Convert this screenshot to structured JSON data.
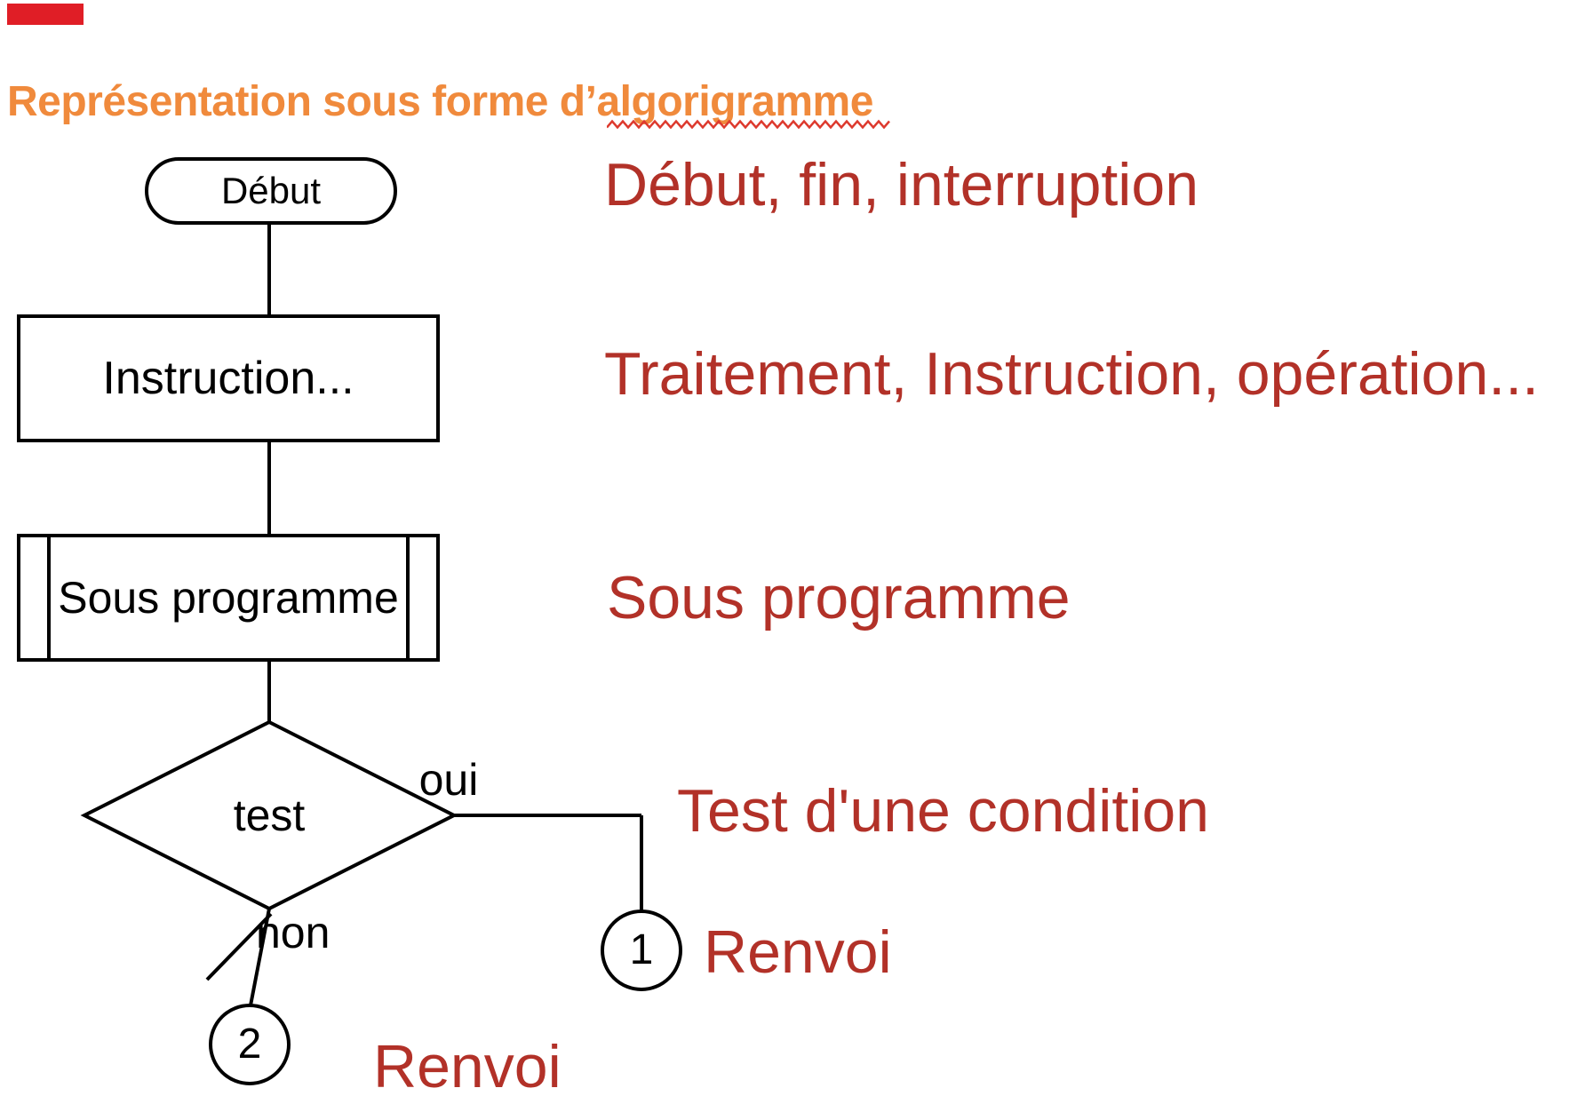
{
  "header": {
    "title": "Représentation sous forme d’algorigramme"
  },
  "flowchart": {
    "start_label": "Début",
    "instruction_label": "Instruction...",
    "subprogram_label": "Sous programme",
    "test_label": "test",
    "branch_yes": "oui",
    "branch_no": "non",
    "connector1": "1",
    "connector2": "2"
  },
  "legend": {
    "terminal": "Début, fin, interruption",
    "process": "Traitement, Instruction, opération...",
    "subprogram": "Sous programme",
    "decision": "Test d'une condition",
    "renvoi1": "Renvoi",
    "renvoi2": "Renvoi"
  },
  "colors": {
    "heading": "#F08A3C",
    "legend": "#B23128",
    "marker": "#E01E26",
    "squiggle": "#DD3A2E"
  }
}
